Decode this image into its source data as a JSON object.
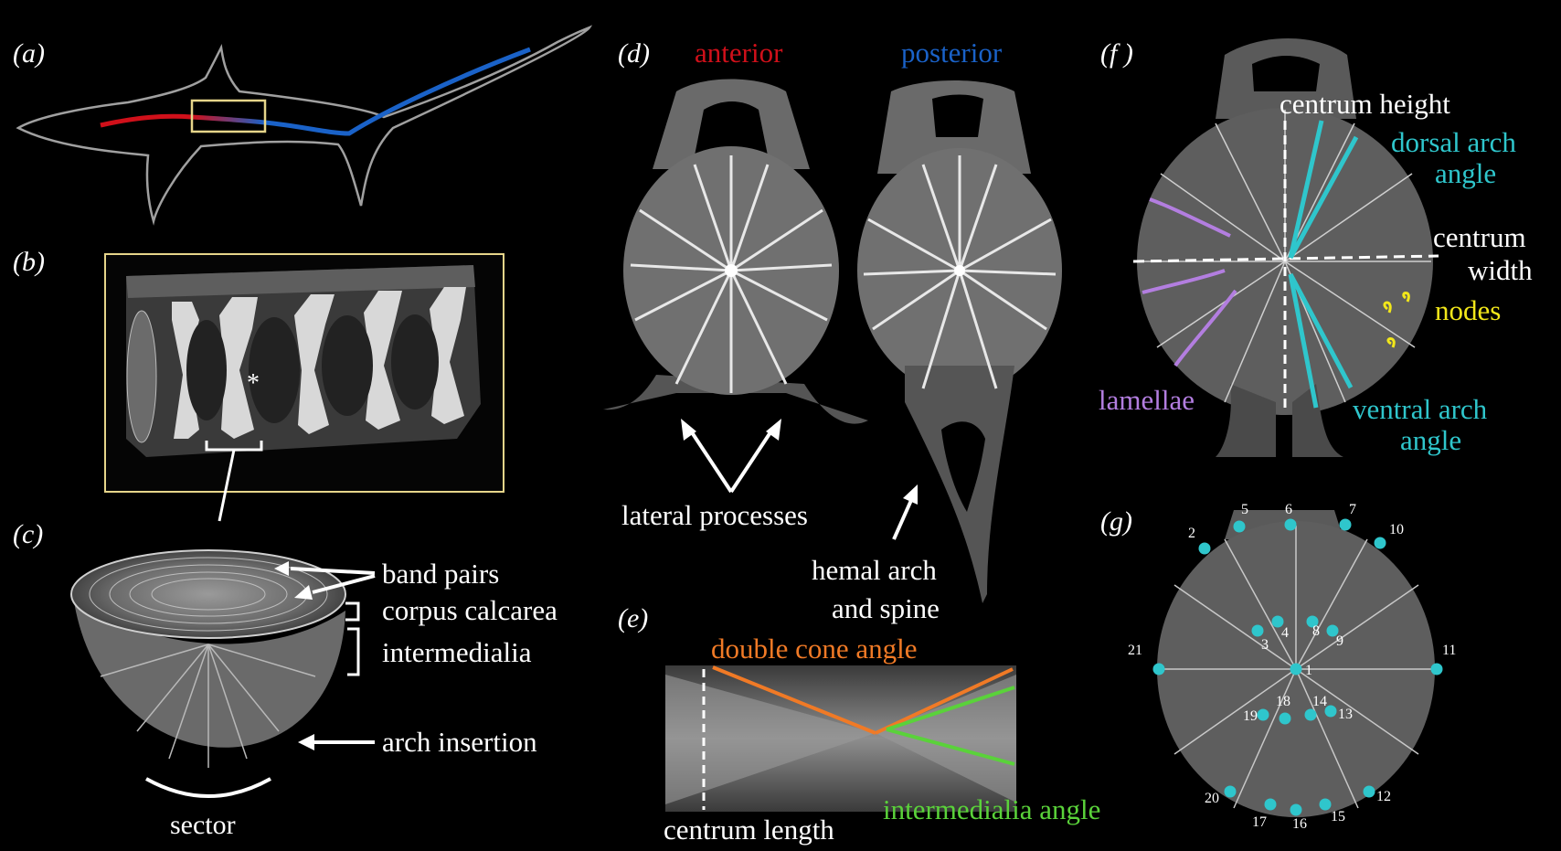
{
  "panels": {
    "a": "(a)",
    "b": "(b)",
    "c": "(c)",
    "d": "(d)",
    "e": "(e)",
    "f": "(f )",
    "g": "(g)"
  },
  "panel_c": {
    "band_pairs": "band pairs",
    "corpus_calcarea": "corpus calcarea",
    "intermedialia": "intermedialia",
    "arch_insertion": "arch insertion",
    "sector": "sector"
  },
  "panel_b": {
    "asterisk": "*"
  },
  "panel_d": {
    "anterior": "anterior",
    "posterior": "posterior",
    "lateral_processes": "lateral processes",
    "hemal_line1": "hemal arch",
    "hemal_line2": "and spine"
  },
  "panel_e": {
    "double_cone_angle": "double cone angle",
    "intermedialia_angle": "intermedialia angle",
    "centrum_length": "centrum length"
  },
  "panel_f": {
    "centrum_height": "centrum height",
    "dorsal_line1": "dorsal arch",
    "dorsal_line2": "angle",
    "centrum_line1": "centrum",
    "centrum_line2": "width",
    "nodes": "nodes",
    "lamellae": "lamellae",
    "ventral_line1": "ventral arch",
    "ventral_line2": "angle"
  },
  "panel_g": {
    "landmarks": [
      "1",
      "2",
      "3",
      "4",
      "5",
      "6",
      "7",
      "8",
      "9",
      "10",
      "11",
      "12",
      "13",
      "14",
      "15",
      "16",
      "17",
      "18",
      "19",
      "20",
      "21"
    ]
  },
  "colors": {
    "anterior": "#d0101a",
    "posterior": "#1a62c8",
    "cyan": "#2fc6cc",
    "orange": "#f07a26",
    "green": "#5ad23a",
    "yellow": "#f2e71a",
    "purple": "#b37ee0",
    "box": "#e6d58a"
  }
}
